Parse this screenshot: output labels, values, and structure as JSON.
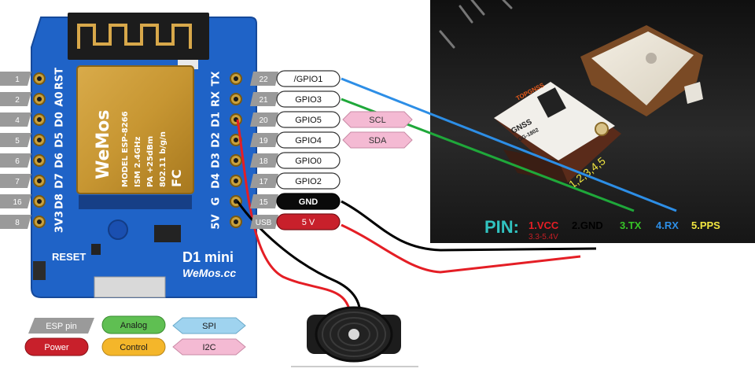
{
  "board": {
    "brand": "WeMos",
    "chip": "ESP-8266",
    "module_lines": [
      "MODEL  ESP-8266",
      "ISM  2.4GHz",
      "PA  +25dBm",
      "802.11 b/g/n"
    ],
    "name": "D1 mini",
    "site": "WeMos.cc",
    "reset_label": "RESET",
    "fc_mark": "FC",
    "left_pins": [
      "RST",
      "A0",
      "D0",
      "D5",
      "D6",
      "D7",
      "D8",
      "3V3"
    ],
    "right_pins": [
      "TX",
      "RX",
      "D1",
      "D2",
      "D3",
      "D4",
      "G",
      "5V"
    ]
  },
  "esp_pins": [
    {
      "num": "1"
    },
    {
      "num": "2"
    },
    {
      "num": "4"
    },
    {
      "num": "5"
    },
    {
      "num": "6"
    },
    {
      "num": "7"
    },
    {
      "num": "16"
    },
    {
      "num": "8"
    }
  ],
  "gpio_rows": [
    {
      "num": "22",
      "label": "/GPIO1",
      "kind": "plain"
    },
    {
      "num": "21",
      "label": "GPIO3",
      "kind": "plain"
    },
    {
      "num": "20",
      "label": "GPIO5",
      "kind": "plain",
      "tag": "SCL"
    },
    {
      "num": "19",
      "label": "GPIO4",
      "kind": "plain",
      "tag": "SDA"
    },
    {
      "num": "18",
      "label": "GPIO0",
      "kind": "plain"
    },
    {
      "num": "17",
      "label": "GPIO2",
      "kind": "plain"
    },
    {
      "num": "15",
      "label": "GND",
      "kind": "gnd"
    },
    {
      "num": "USB",
      "label": "5 V",
      "kind": "power"
    }
  ],
  "legend": {
    "esp_pin": "ESP pin",
    "analog": "Analog",
    "spi": "SPI",
    "power": "Power",
    "control": "Control",
    "i2c": "I2C"
  },
  "gnss": {
    "brand": "TOPGNSS",
    "model_lines": [
      "GNSS",
      "GG-1802"
    ],
    "pin_numbers": "1,2,3,4,5",
    "pin_title": "PIN:",
    "pins": [
      {
        "label": "1.VCC",
        "color": "#e41e25"
      },
      {
        "label": "2.GND",
        "color": "#000000"
      },
      {
        "label": "3.TX",
        "color": "#37c427"
      },
      {
        "label": "4.RX",
        "color": "#2d8ee6"
      },
      {
        "label": "5.PPS",
        "color": "#f2e640"
      }
    ],
    "vcc_range": "3.3-5.4V"
  },
  "colors": {
    "board": "#1f63c7",
    "photo_bg": "#191919",
    "wire_blue": "#2d8ee6",
    "wire_green": "#1fa83a",
    "wire_black": "#000000",
    "wire_red": "#e41e25",
    "legend_analog": "#5fbf52",
    "legend_spi": "#9fd3ef",
    "legend_power": "#c8202b",
    "legend_control": "#f4b62a",
    "legend_i2c": "#f4bad3",
    "legend_pin": "#9a9a9a"
  }
}
